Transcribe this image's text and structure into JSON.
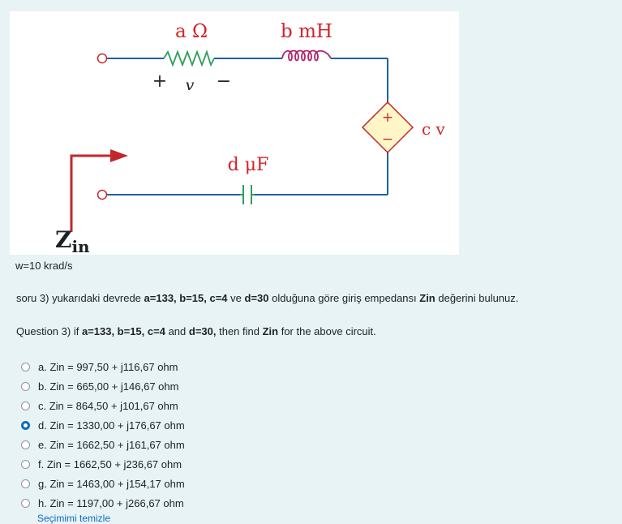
{
  "circuit": {
    "resistor_label": "a Ω",
    "inductor_label": "b mH",
    "capacitor_label": "d μF",
    "source_label": "c v",
    "v_plus": "+",
    "v_symbol": "v",
    "v_minus": "−",
    "source_plus": "+",
    "source_minus": "−",
    "zin_main": "Z",
    "zin_sub": "in",
    "colors": {
      "wire": "#1e5fa8",
      "label": "#d3232a",
      "inductor": "#b2226a",
      "capacitor": "#2e9e5a",
      "source_fill": "#fff6c8",
      "arrow": "#c1272d"
    }
  },
  "frequency": "w=10 krad/s",
  "question_tr": {
    "prefix": "soru 3) yukarıdaki devrede ",
    "params": "a=133, b=15, c=4",
    "ve": " ve ",
    "d": "d=30",
    "mid": " olduğuna göre giriş empedansı ",
    "zin": "Zin",
    "suffix": " değerini bulunuz."
  },
  "question_en": {
    "prefix": "Question 3) if ",
    "params": "a=133, b=15, c=4",
    "and": " and ",
    "d": "d=30,",
    "mid": " then find ",
    "zin": "Zin",
    "suffix": " for the above circuit."
  },
  "answers": [
    {
      "label": "a. Zin = 997,50 + j116,67 ohm",
      "checked": false
    },
    {
      "label": "b. Zin = 665,00 + j146,67 ohm",
      "checked": false
    },
    {
      "label": "c. Zin = 864,50 + j101,67 ohm",
      "checked": false
    },
    {
      "label": "d. Zin = 1330,00 + j176,67 ohm",
      "checked": true
    },
    {
      "label": "e. Zin = 1662,50 + j161,67 ohm",
      "checked": false
    },
    {
      "label": "f. Zin = 1662,50 + j236,67 ohm",
      "checked": false
    },
    {
      "label": "g. Zin = 1463,00 + j154,17 ohm",
      "checked": false
    },
    {
      "label": "h. Zin = 1197,00 + j266,67 ohm",
      "checked": false
    }
  ],
  "clear_choice": "Seçimimi temizle"
}
